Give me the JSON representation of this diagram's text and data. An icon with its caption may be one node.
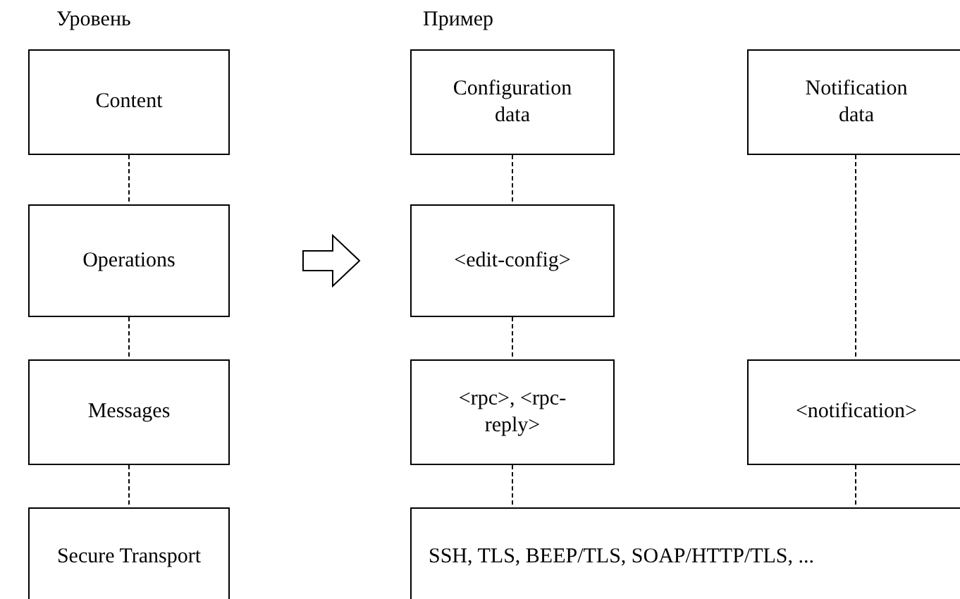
{
  "diagram": {
    "nodes": [
      {
        "text": [
          "Content"
        ]
      },
      {
        "text": [
          "Operations"
        ]
      },
      {
        "text": [
          "Messages"
        ]
      },
      {
        "text": [
          "Secure Transport"
        ]
      },
      {
        "text": [
          "Configuration data"
        ]
      },
      {
        "text": [
          "Notification data"
        ]
      },
      {
        "text": [
          "<edit-config>"
        ]
      },
      {
        "text": [
          "<rpc>, <rpc-reply>"
        ]
      },
      {
        "text": [
          "<notification>"
        ]
      },
      {
        "text": [
          "SSH, TLS, BEEP/TLS, SOAP/HTTP/TLS, ..."
        ]
      }
    ],
    "edges": [
      {
        "from": 0,
        "to": 1,
        "arrow": "none",
        "style": "dashed"
      },
      {
        "from": 1,
        "to": 2,
        "arrow": "none",
        "style": "dashed"
      },
      {
        "from": 2,
        "to": 3,
        "arrow": "none",
        "style": "dashed"
      },
      {
        "from": 4,
        "to": 6,
        "arrow": "none",
        "style": "dashed"
      },
      {
        "from": 6,
        "to": 7,
        "arrow": "none",
        "style": "dashed"
      },
      {
        "from": 7,
        "to": 9,
        "arrow": "none",
        "style": "dashed"
      },
      {
        "from": 5,
        "to": 8,
        "arrow": "none",
        "style": "dashed"
      },
      {
        "from": 8,
        "to": 9,
        "arrow": "none",
        "style": "dashed"
      }
    ],
    "labels": [
      "Уровень",
      "Пример"
    ]
  }
}
